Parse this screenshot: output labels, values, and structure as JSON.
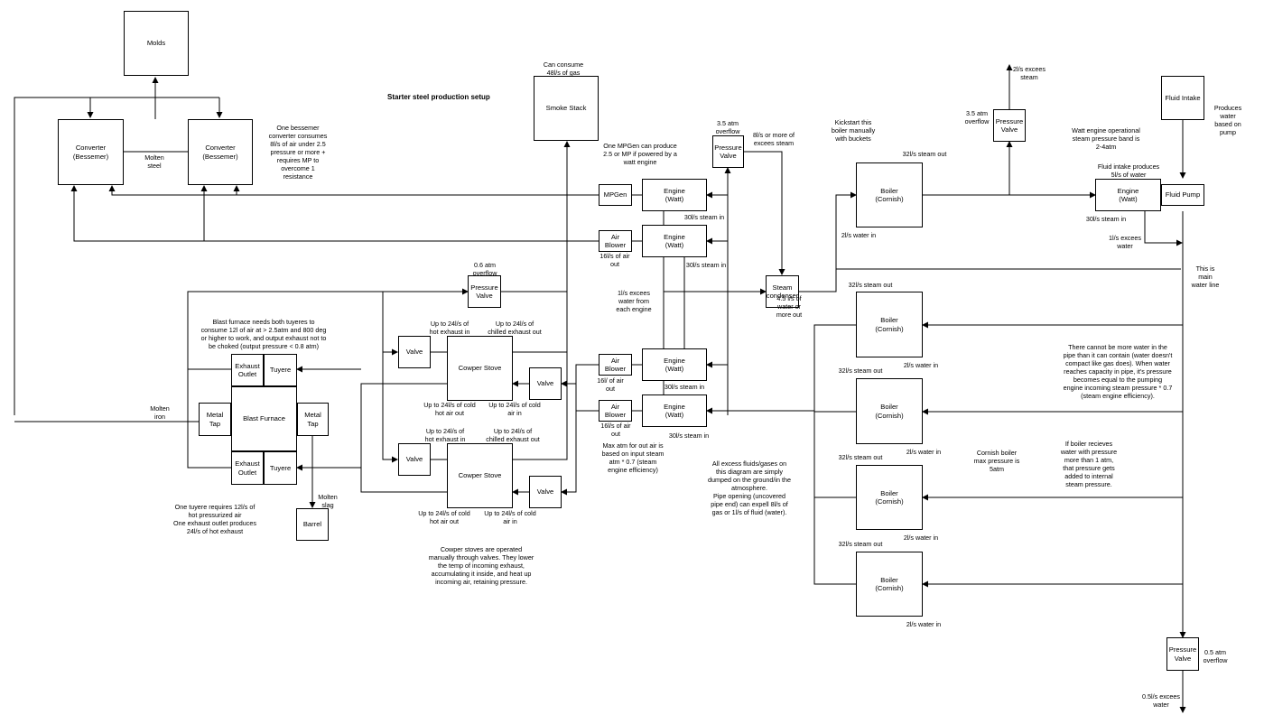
{
  "title": "Starter steel production setup",
  "boxes": {
    "molds": "Molds",
    "converter_1": "Converter\n(Bessemer)",
    "converter_2": "Converter\n(Bessemer)",
    "smoke_stack": "Smoke Stack",
    "mpgen": "MPGen",
    "engine_mpgen": "Engine\n(Watt)",
    "air_blower_1": "Air Blower",
    "engine_blower_1": "Engine\n(Watt)",
    "pressure_valve_steam": "Pressure\nValve",
    "pressure_valve_furnace": "Pressure\nValve",
    "steam_condenser": "Steam\ncondenser",
    "boiler_1": "Boiler\n(Cornish)",
    "pressure_valve_top": "Pressure\nValve",
    "fluid_intake": "Fluid Intake",
    "engine_pump": "Engine\n(Watt)",
    "fluid_pump": "Fluid Pump",
    "exhaust_outlet_top": "Exhaust\nOutlet",
    "tuyere_top": "Tuyere",
    "metal_tap_left": "Metal Tap",
    "blast_furnace": "Blast Furnace",
    "metal_tap_right": "Metal Tap",
    "exhaust_outlet_bottom": "Exhaust\nOutlet",
    "tuyere_bottom": "Tuyere",
    "barrel": "Barrel",
    "valve_1": "Valve",
    "cowper_stove_1": "Cowper Stove",
    "valve_2": "Valve",
    "valve_3": "Valve",
    "cowper_stove_2": "Cowper Stove",
    "valve_4": "Valve",
    "air_blower_2": "Air Blower",
    "engine_blower_2": "Engine\n(Watt)",
    "air_blower_3": "Air Blower",
    "engine_blower_3": "Engine\n(Watt)",
    "boiler_2": "Boiler\n(Cornish)",
    "boiler_3": "Boiler\n(Cornish)",
    "boiler_4": "Boiler\n(Cornish)",
    "boiler_5": "Boiler\n(Cornish)",
    "pressure_valve_bottom": "Pressure\nValve"
  },
  "labels": {
    "molten_steel": "Molten\nsteel",
    "bessemer_note": "One bessemer\nconverter consumes\n8l/s of air under 2.5\npressure or more +\nrequires MP to\novercome 1\nresistance",
    "smoke_capacity": "Can consume\n48l/s of gas",
    "mpgen_note": "One MPGen can produce\n2.5 or MP if powered by a\nwatt engine",
    "overflow_35_a": "3.5 atm\noverflow",
    "excess_steam_8": "8l/s or more of\nexcees steam",
    "kickstart_note": "Kickstart this\nboiler manually\nwith buckets",
    "steam_out_32_a": "32l/s steam out",
    "excess_steam_2": "2l/s excees\nsteam",
    "overflow_35_b": "3.5 atm\noverflow",
    "watt_band_note": "Watt engine operational\nsteam pressure band is\n2-4atm",
    "produces_water": "Produces water\nbased on pump",
    "intake_produces": "Fluid intake produces\n5l/s of water",
    "steam_in_30_a": "30l/s steam in",
    "steam_in_30_b": "30l/s steam in",
    "water_in_2_a": "2l/s water in",
    "excess_water_1_a": "1l/s excees\nwater",
    "air_out_16_a": "16l/s of air\nout",
    "steam_in_30_c": "30l/s steam in",
    "overflow_06": "0.6 atm\noverflow",
    "main_water_line": "This is\nmain\nwater line",
    "steam_out_32_b": "32l/s steam out",
    "water_out_45": "4.5 l/s of\nwater or\nmore out",
    "excess_water_each": "1l/s excees\nwater from\neach engine",
    "blast_note": "Blast furnace needs both tuyeres to\nconsume 12l of air at > 2.5atm and 800 deg\nor higher  to work, and output exhaust not to\nbe choked (output pressure < 0.8 atm)",
    "hot_exhaust_in_a": "Up to 24l/s of\nhot exhaust in",
    "chilled_out_a": "Up to 24l/s of\nchilled exhaust out",
    "cold_hot_air_out_a": "Up to 24l/s of cold\nhot air out",
    "cold_air_in_a": "Up to 24l/s of cold\nair in",
    "air_out_16_b": "16l/ of air\nout",
    "steam_in_30_d": "30l/s steam in",
    "air_out_16_c": "16l/s of air\nout",
    "steam_in_30_e": "30l/s steam in",
    "molten_iron": "Molten\niron",
    "hot_exhaust_in_b": "Up to 24l/s of\nhot exhaust in",
    "chilled_out_b": "Up to 24l/s of\nchilled exhaust out",
    "cold_hot_air_out_b": "Up to 24l/s of cold\nhot air out",
    "cold_air_in_b": "Up to 24l/s of cold\nair in",
    "max_atm_note": "Max atm for out air is\nbased on input steam\natm * 0.7 (steam\nengine efficiency)",
    "molten_slag": "Molten\nslag",
    "tuyere_note": "One tuyere requires 12l/s of\nhot pressurized air\nOne exhaust outlet produces\n24l/s of hot exhaust",
    "cowper_note": "Cowper stoves are operated\nmanually through valves. They lower\nthe temp of incoming exhaust,\naccumulating it inside, and heat up\nincoming air, retaining pressure.",
    "dump_note": "All excess fluids/gases on\nthis diagram are simply\ndumped on the ground/in the\natmosphere.\nPipe opening (uncovered\npipe end) can expell 8l/s of\ngas or 1l/s of fluid (water).",
    "water_capacity_note": "There cannot be more water in the\npipe than it can contain (water doesn't\ncompact like gas does). When water\nreaches capacity in pipe, it's pressure\nbecomes equal to the pumping\nengine incoming steam pressure * 0.7\n(steam engine efficiency).",
    "water_in_2_b": "2l/s water in",
    "steam_out_32_c": "32l/s steam out",
    "water_in_2_c": "2l/s water in",
    "cornish_max": "Cornish boiler\nmax pressure is\n5atm",
    "boiler_pressure_note": "If boiler recieves\nwater with pressure\nmore than 1 atm,\nthat pressure gets\nadded to internal\nsteam pressure.",
    "steam_out_32_d": "32l/s steam out",
    "water_in_2_d": "2l/s water in",
    "steam_out_32_e": "32l/s steam out",
    "water_in_2_e": "2l/s water in",
    "overflow_05": "0.5 atm\noverflow",
    "excess_water_05": "0.5l/s excees\nwater"
  }
}
